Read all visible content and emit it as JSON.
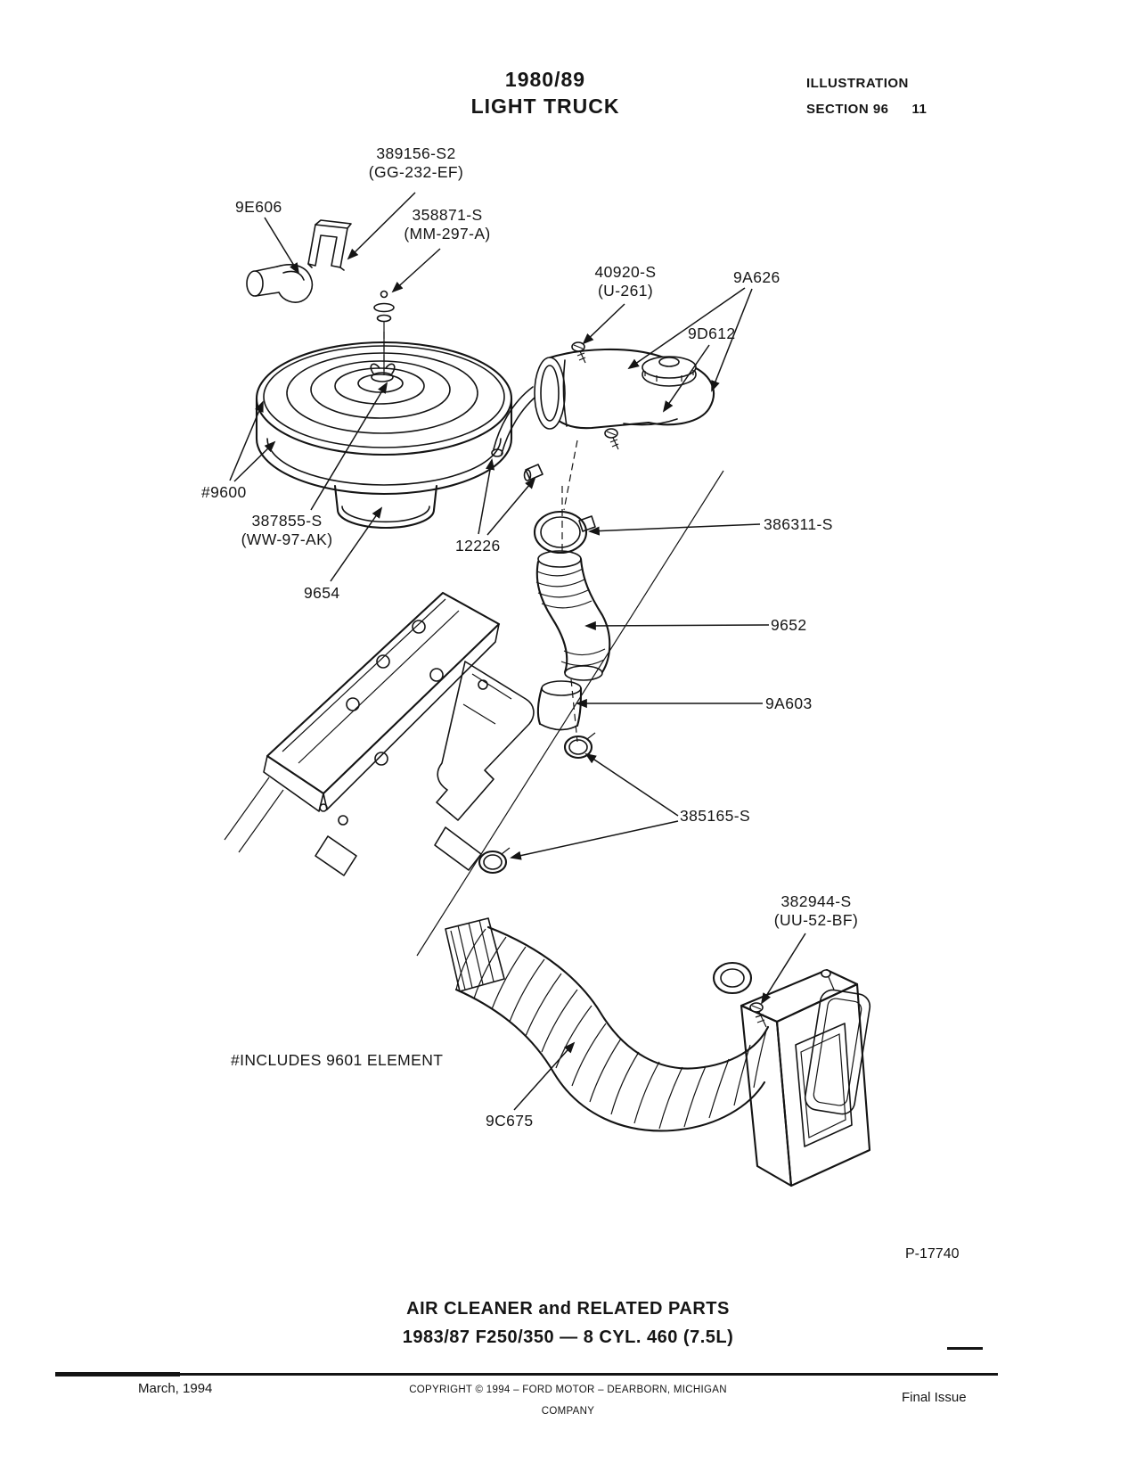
{
  "header": {
    "title1": "1980/89",
    "title2": "LIGHT TRUCK",
    "right1": "ILLUSTRATION",
    "right2a": "SECTION 96",
    "right2b": "11"
  },
  "labels": {
    "clip": {
      "line1": "389156-S2",
      "line2": "(GG-232-EF)"
    },
    "elbow": "9E606",
    "stud": {
      "line1": "358871-S",
      "line2": "(MM-297-A)"
    },
    "screw": {
      "line1": "40920-S",
      "line2": "(U-261)"
    },
    "duct_cap": "9A626",
    "duct": "9D612",
    "cleaner": "#9600",
    "mount": {
      "line1": "387855-S",
      "line2": "(WW-97-AK)"
    },
    "fittings": "12226",
    "clamp": "386311-S",
    "snorkel": "9654",
    "hose": "9652",
    "hose2": "9A603",
    "clamps2": "385165-S",
    "screw2": {
      "line1": "382944-S",
      "line2": "(UU-52-BF)"
    },
    "note": "#INCLUDES 9601 ELEMENT",
    "flexduct": "9C675"
  },
  "figure_ref": "P-17740",
  "caption": {
    "line1": "AIR CLEANER and RELATED PARTS",
    "line2": "1983/87 F250/350 — 8 CYL. 460 (7.5L)"
  },
  "footer": {
    "date": "March, 1994",
    "copyright1": "COPYRIGHT © 1994 – FORD MOTOR – DEARBORN, MICHIGAN",
    "copyright2": "COMPANY",
    "issue": "Final Issue"
  }
}
